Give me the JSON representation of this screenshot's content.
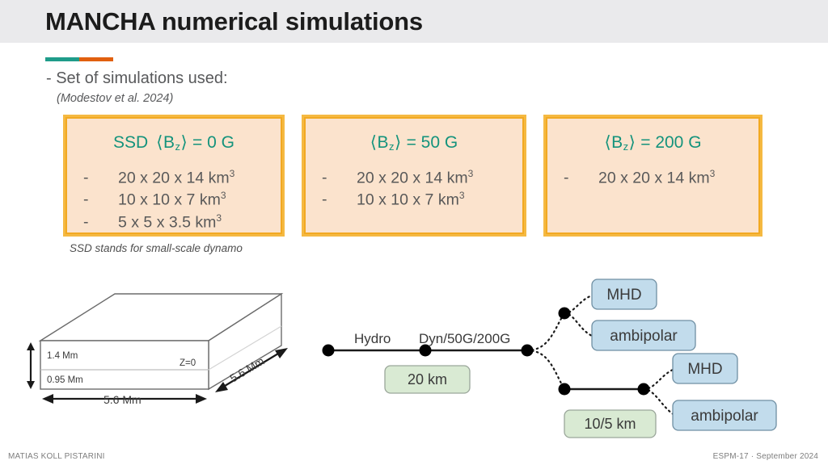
{
  "header": {
    "title": "MANCHA numerical simulations",
    "accent_colors": {
      "teal": "#1f9c8a",
      "orange": "#e1600f"
    },
    "band_color": "#eaeaec"
  },
  "intro": {
    "bullet": "- Set of simulations used:",
    "reference": "(Modestov et al. 2024)"
  },
  "sim_boxes": {
    "note": "SSD stands for small-scale dynamo",
    "fill_color": "#fbe3cd",
    "border_color": "#f2a922",
    "title_color": "#14937c",
    "items": [
      {
        "prefix": "SSD",
        "quantity": "B",
        "subscript": "z",
        "equals": "= 0 G",
        "title_plain": "SSD ⟨Bz⟩ = 0 G",
        "rows": [
          {
            "bullet": "-",
            "value": "20 x 20 x 14 km",
            "exponent": "3"
          },
          {
            "bullet": "-",
            "value": "10 x 10 x 7 km",
            "exponent": "3"
          },
          {
            "bullet": "-",
            "value": "5 x 5 x 3.5 km",
            "exponent": "3"
          }
        ]
      },
      {
        "prefix": "",
        "quantity": "B",
        "subscript": "z",
        "equals": "= 50 G",
        "title_plain": "⟨Bz⟩ = 50 G",
        "rows": [
          {
            "bullet": "-",
            "value": "20 x 20 x 14 km",
            "exponent": "3"
          },
          {
            "bullet": "-",
            "value": "10 x 10 x 7 km",
            "exponent": "3"
          }
        ]
      },
      {
        "prefix": "",
        "quantity": "B",
        "subscript": "z",
        "equals": "= 200 G",
        "title_plain": "⟨Bz⟩ = 200 G",
        "rows": [
          {
            "bullet": "-",
            "value": "20 x 20 x 14 km",
            "exponent": "3"
          }
        ]
      }
    ]
  },
  "cube_diagram": {
    "label_upper_layer": "1.4 Mm",
    "label_lower_layer": "0.95 Mm",
    "label_z_zero": "Z=0",
    "label_width": "5.6 Mm",
    "label_depth": "5.6 Mm"
  },
  "tree_diagram": {
    "label_hydro": "Hydro",
    "label_dyn": "Dyn/50G/200G",
    "resolution_top": "20 km",
    "resolution_bottom": "10/5 km",
    "leaf_top_mhd": "MHD",
    "leaf_top_ambipolar": "ambipolar",
    "leaf_bottom_mhd": "MHD",
    "leaf_bottom_ambipolar": "ambipolar",
    "green_box_color": "#d9ead3",
    "blue_box_color": "#c2dcec"
  },
  "footer": {
    "left": "MATIAS KOLL PISTARINI",
    "right": "ESPM-17  ·  September 2024"
  }
}
